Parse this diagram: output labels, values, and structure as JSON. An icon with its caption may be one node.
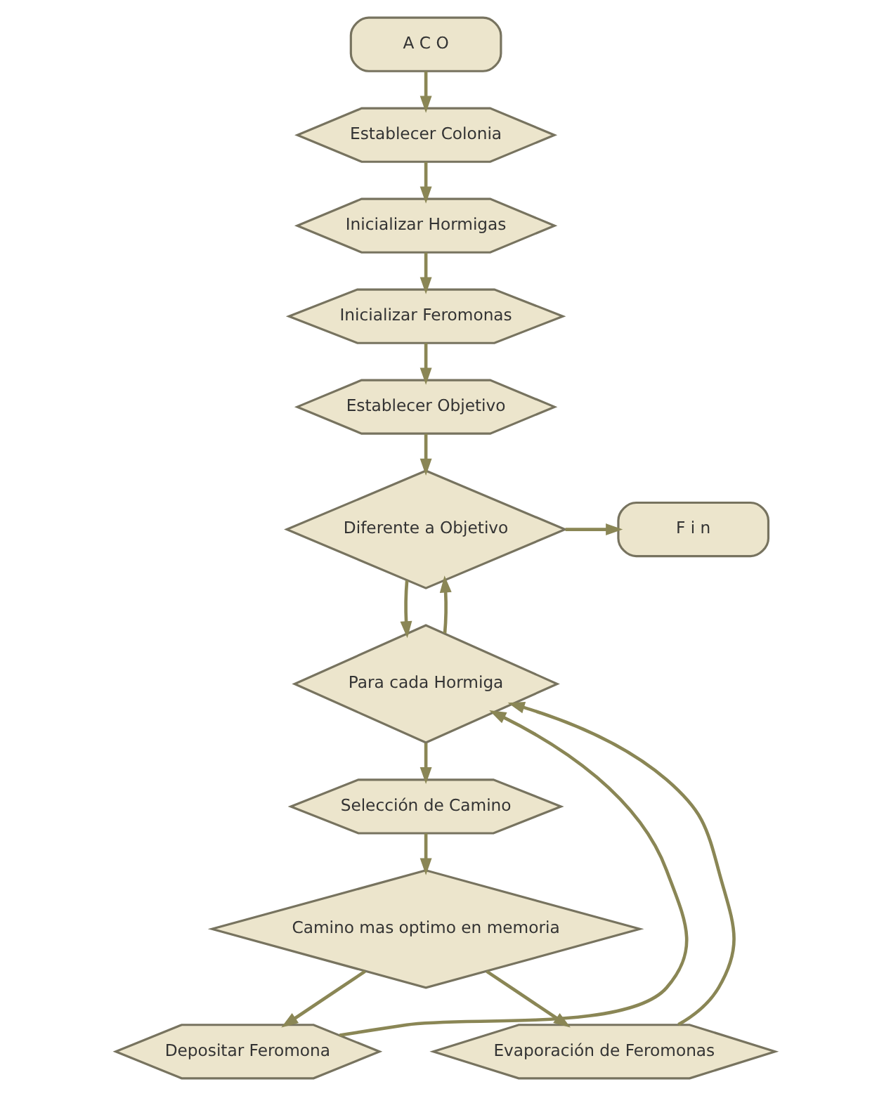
{
  "diagram": {
    "nodes": [
      {
        "text": [
          "A C O"
        ]
      },
      {
        "text": [
          "Establecer Colonia"
        ]
      },
      {
        "text": [
          "Inicializar Hormigas"
        ]
      },
      {
        "text": [
          "Inicializar Feromonas"
        ]
      },
      {
        "text": [
          "Establecer Objetivo"
        ]
      },
      {
        "text": [
          "Diferente a Objetivo"
        ]
      },
      {
        "text": [
          "F i n"
        ]
      },
      {
        "text": [
          "Para cada Hormiga"
        ]
      },
      {
        "text": [
          "Selección de Camino"
        ]
      },
      {
        "text": [
          "Camino mas optimo en memoria"
        ]
      },
      {
        "text": [
          "Depositar Feromona"
        ]
      },
      {
        "text": [
          "Evaporación de Feromonas"
        ]
      }
    ],
    "edges": [
      {
        "from": 0,
        "to": 1,
        "arrow": "to"
      },
      {
        "from": 1,
        "to": 2,
        "arrow": "to"
      },
      {
        "from": 2,
        "to": 3,
        "arrow": "to"
      },
      {
        "from": 3,
        "to": 4,
        "arrow": "to"
      },
      {
        "from": 4,
        "to": 5,
        "arrow": "to"
      },
      {
        "from": 5,
        "to": 6,
        "arrow": "to"
      },
      {
        "from": 5,
        "to": 7,
        "arrow": "to"
      },
      {
        "from": 7,
        "to": 8,
        "arrow": "to"
      },
      {
        "from": 8,
        "to": 9,
        "arrow": "to"
      },
      {
        "from": 9,
        "to": 10,
        "arrow": "to"
      },
      {
        "from": 9,
        "to": 11,
        "arrow": "to"
      },
      {
        "from": 10,
        "to": 7,
        "arrow": "to"
      },
      {
        "from": 11,
        "to": 7,
        "arrow": "to"
      },
      {
        "from": 7,
        "to": 5,
        "arrow": "to"
      }
    ]
  }
}
